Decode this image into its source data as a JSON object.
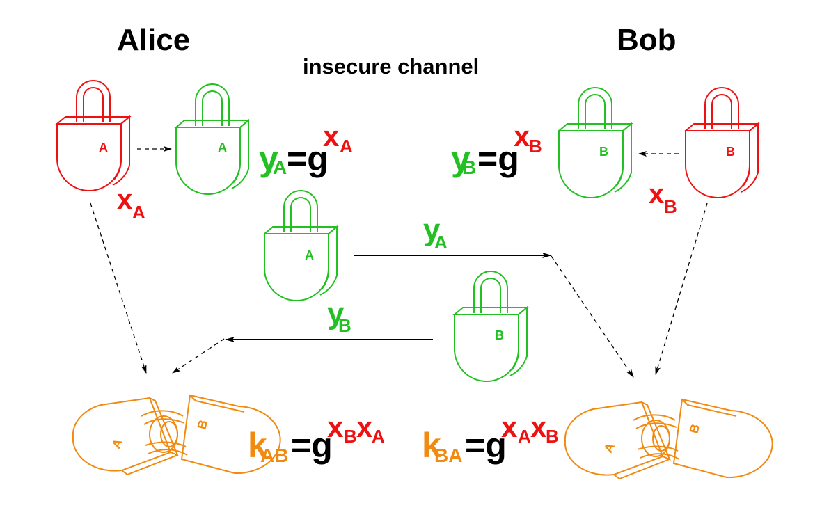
{
  "title": {
    "alice": "Alice",
    "bob": "Bob",
    "channel": "insecure channel"
  },
  "colors": {
    "private": "#ee1111",
    "public": "#22c022",
    "shared": "#f08a10",
    "text": "#000000"
  },
  "alice": {
    "private_lock_label": "A",
    "public_lock_label": "A",
    "private_key": {
      "base": "x",
      "sub": "A"
    },
    "public_eq": {
      "lhs": "y",
      "lhs_sub": "A",
      "eq": "=g",
      "exp": "x",
      "exp_sub": "A"
    },
    "shared_eq": {
      "lhs": "k",
      "lhs_sub": "AB",
      "eq": "=g",
      "exp1": "x",
      "exp1_sub": "B",
      "exp2": "x",
      "exp2_sub": "A"
    },
    "shared_lock_labels": [
      "A",
      "B"
    ]
  },
  "bob": {
    "private_lock_label": "B",
    "public_lock_label": "B",
    "private_key": {
      "base": "x",
      "sub": "B"
    },
    "public_eq": {
      "lhs": "y",
      "lhs_sub": "B",
      "eq": "=g",
      "exp": "x",
      "exp_sub": "B"
    },
    "shared_eq": {
      "lhs": "k",
      "lhs_sub": "BA",
      "eq": "=g",
      "exp1": "x",
      "exp1_sub": "A",
      "exp2": "x",
      "exp2_sub": "B"
    },
    "shared_lock_labels": [
      "A",
      "B"
    ]
  },
  "channel": {
    "to_bob": {
      "label": "y",
      "sub": "A",
      "lock_label": "A"
    },
    "to_alice": {
      "label": "y",
      "sub": "B",
      "lock_label": "B"
    }
  }
}
